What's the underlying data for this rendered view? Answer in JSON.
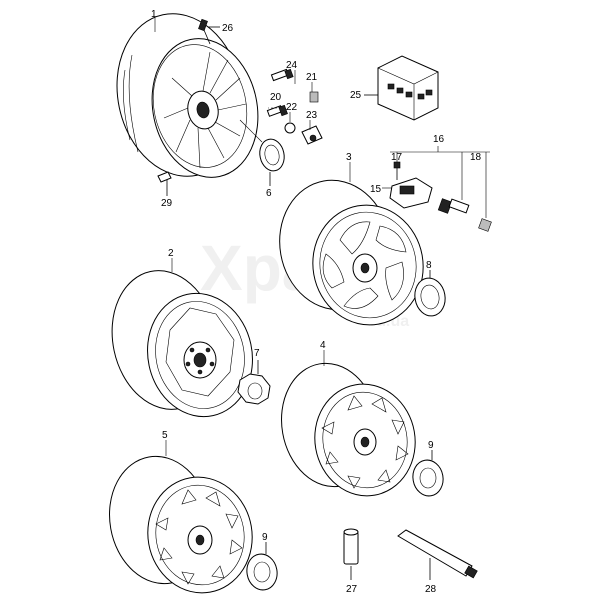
{
  "watermark": {
    "text": "Xparts",
    "sub": "ru.ua"
  },
  "labels": {
    "p1": "1",
    "p2": "2",
    "p3": "3",
    "p4": "4",
    "p5": "5",
    "p6": "6",
    "p7": "7",
    "p8": "8",
    "p9a": "9",
    "p9b": "9",
    "p15": "15",
    "p16": "16",
    "p17": "17",
    "p18": "18",
    "p20": "20",
    "p21": "21",
    "p22": "22",
    "p23": "23",
    "p24": "24",
    "p25": "25",
    "p26": "26",
    "p27": "27",
    "p28": "28",
    "p29": "29"
  }
}
